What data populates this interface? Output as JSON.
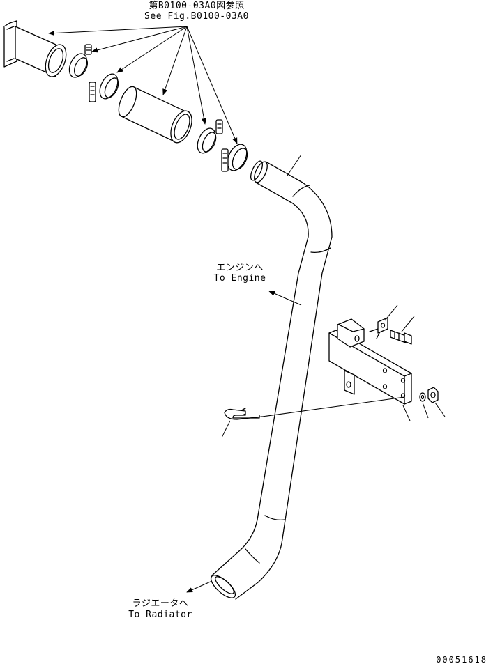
{
  "reference": {
    "jp": "第B0100-03A0図参照",
    "en": "See Fig.B0100-03A0"
  },
  "to_engine": {
    "jp": "エンジンへ",
    "en": "To Engine"
  },
  "to_radiator": {
    "jp": "ラジエータへ",
    "en": "To Radiator"
  },
  "drawing_number": "00051618"
}
